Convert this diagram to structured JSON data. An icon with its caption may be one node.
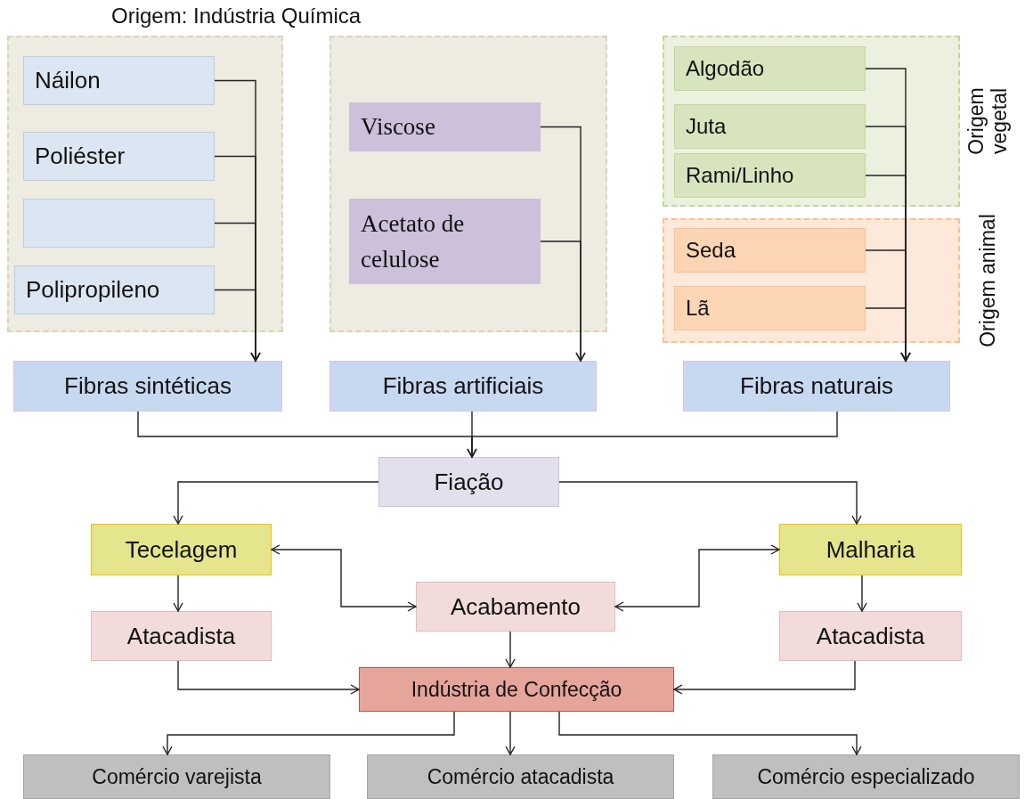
{
  "diagram": {
    "nodes": [
      {
        "text": [],
        "shape": "box"
      },
      {
        "text": [
          "Náilon"
        ],
        "in": 0
      },
      {
        "text": [
          "Poliéster"
        ],
        "in": 0
      },
      {
        "text": [],
        "shape": "box",
        "in": 0
      },
      {
        "text": [
          "Polipropileno"
        ],
        "in": 0
      },
      {
        "text": [],
        "shape": "box"
      },
      {
        "text": [
          "Viscose"
        ],
        "in": 5
      },
      {
        "text": [
          "Acetato de celulose"
        ],
        "in": 5
      },
      {
        "text": [
          "Origem vegetal"
        ]
      },
      {
        "text": [
          "Algodão"
        ],
        "in": 8
      },
      {
        "text": [
          "Juta"
        ],
        "in": 8
      },
      {
        "text": [
          "Rami/Linho"
        ],
        "in": 8
      },
      {
        "text": [
          "Origem animal"
        ]
      },
      {
        "text": [
          "Seda"
        ],
        "in": 12
      },
      {
        "text": [
          "Lã"
        ],
        "in": 12
      },
      {
        "text": [
          "Fibras sintéticas"
        ]
      },
      {
        "text": [
          "Fibras artificiais"
        ]
      },
      {
        "text": [
          "Fibras naturais"
        ]
      },
      {
        "text": [
          "Fiação"
        ]
      },
      {
        "text": [
          "Tecelagem"
        ]
      },
      {
        "text": [
          "Malharia"
        ]
      },
      {
        "text": [
          "Atacadista"
        ]
      },
      {
        "text": [
          "Acabamento"
        ]
      },
      {
        "text": [
          "Atacadista"
        ]
      },
      {
        "text": [
          "Indústria de Confecção"
        ]
      },
      {
        "text": [
          "Comércio varejista"
        ]
      },
      {
        "text": [
          "Comércio atacadista"
        ]
      },
      {
        "text": [
          "Comércio especializado"
        ]
      }
    ],
    "edges": [
      {
        "from": 1,
        "to": 15,
        "arrow": "to"
      },
      {
        "from": 2,
        "to": 15,
        "arrow": "to"
      },
      {
        "from": 3,
        "to": 15,
        "arrow": "to"
      },
      {
        "from": 4,
        "to": 15,
        "arrow": "to"
      },
      {
        "from": 6,
        "to": 16,
        "arrow": "to"
      },
      {
        "from": 7,
        "to": 16,
        "arrow": "to"
      },
      {
        "from": 9,
        "to": 17,
        "arrow": "to"
      },
      {
        "from": 10,
        "to": 17,
        "arrow": "to"
      },
      {
        "from": 11,
        "to": 17,
        "arrow": "to"
      },
      {
        "from": 13,
        "to": 17,
        "arrow": "to"
      },
      {
        "from": 14,
        "to": 17,
        "arrow": "to"
      },
      {
        "from": 15,
        "to": 18,
        "arrow": "to"
      },
      {
        "from": 16,
        "to": 18,
        "arrow": "to"
      },
      {
        "from": 17,
        "to": 18,
        "arrow": "to"
      },
      {
        "from": 18,
        "to": 19,
        "arrow": "to"
      },
      {
        "from": 18,
        "to": 20,
        "arrow": "to"
      },
      {
        "from": 19,
        "to": 22,
        "arrow": "both"
      },
      {
        "from": 20,
        "to": 22,
        "arrow": "both"
      },
      {
        "from": 19,
        "to": 21,
        "arrow": "to"
      },
      {
        "from": 20,
        "to": 23,
        "arrow": "to"
      },
      {
        "from": 22,
        "to": 24,
        "arrow": "to"
      },
      {
        "from": 21,
        "to": 24,
        "arrow": "to"
      },
      {
        "from": 23,
        "to": 24,
        "arrow": "to"
      },
      {
        "from": 24,
        "to": 25,
        "arrow": "to"
      },
      {
        "from": 24,
        "to": 26,
        "arrow": "to"
      },
      {
        "from": 24,
        "to": 27,
        "arrow": "to"
      }
    ],
    "labels": [
      "Origem: Indústria Química"
    ]
  }
}
